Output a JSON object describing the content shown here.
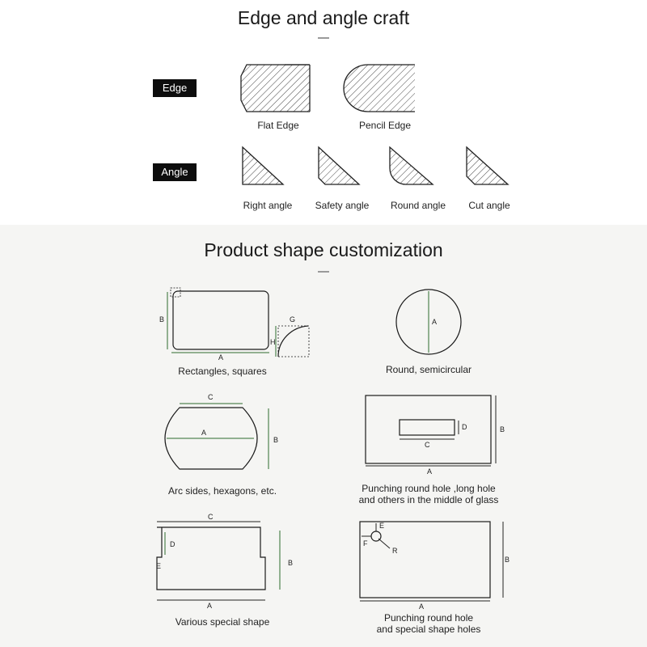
{
  "edge_angle_craft": {
    "title": "Edge and angle craft",
    "edge_tag": "Edge",
    "angle_tag": "Angle",
    "edges": [
      {
        "label": "Flat Edge"
      },
      {
        "label": "Pencil Edge"
      }
    ],
    "angles": [
      {
        "label": "Right angle"
      },
      {
        "label": "Safety angle"
      },
      {
        "label": "Round angle"
      },
      {
        "label": "Cut angle"
      }
    ]
  },
  "shape_customization": {
    "title": "Product shape customization",
    "shapes": [
      {
        "caption": "Rectangles, squares",
        "dims": {
          "a": "A",
          "b": "B",
          "g": "G",
          "h": "H"
        }
      },
      {
        "caption": "Round, semicircular",
        "dims": {
          "a": "A"
        }
      },
      {
        "caption": "Arc sides, hexagons, etc.",
        "dims": {
          "a": "A",
          "b": "B",
          "c": "C"
        }
      },
      {
        "caption_line1": "Punching round hole ,long hole",
        "caption_line2": "and others  in the middle of glass",
        "dims": {
          "a": "A",
          "b": "B",
          "c": "C",
          "d": "D"
        }
      },
      {
        "caption": "Various special shape",
        "dims": {
          "a": "A",
          "b": "B",
          "c": "C",
          "d": "D",
          "e": "E"
        }
      },
      {
        "caption_line1": "Punching round hole",
        "caption_line2": "and special shape holes",
        "dims": {
          "a": "A",
          "b": "B",
          "e": "E",
          "f": "F",
          "r": "R"
        }
      }
    ]
  },
  "colors": {
    "dimension_line": "#2d6a2d",
    "outline": "#1a1a1a",
    "tag_background": "#0d0d0d",
    "lower_background": "#f5f5f3"
  }
}
